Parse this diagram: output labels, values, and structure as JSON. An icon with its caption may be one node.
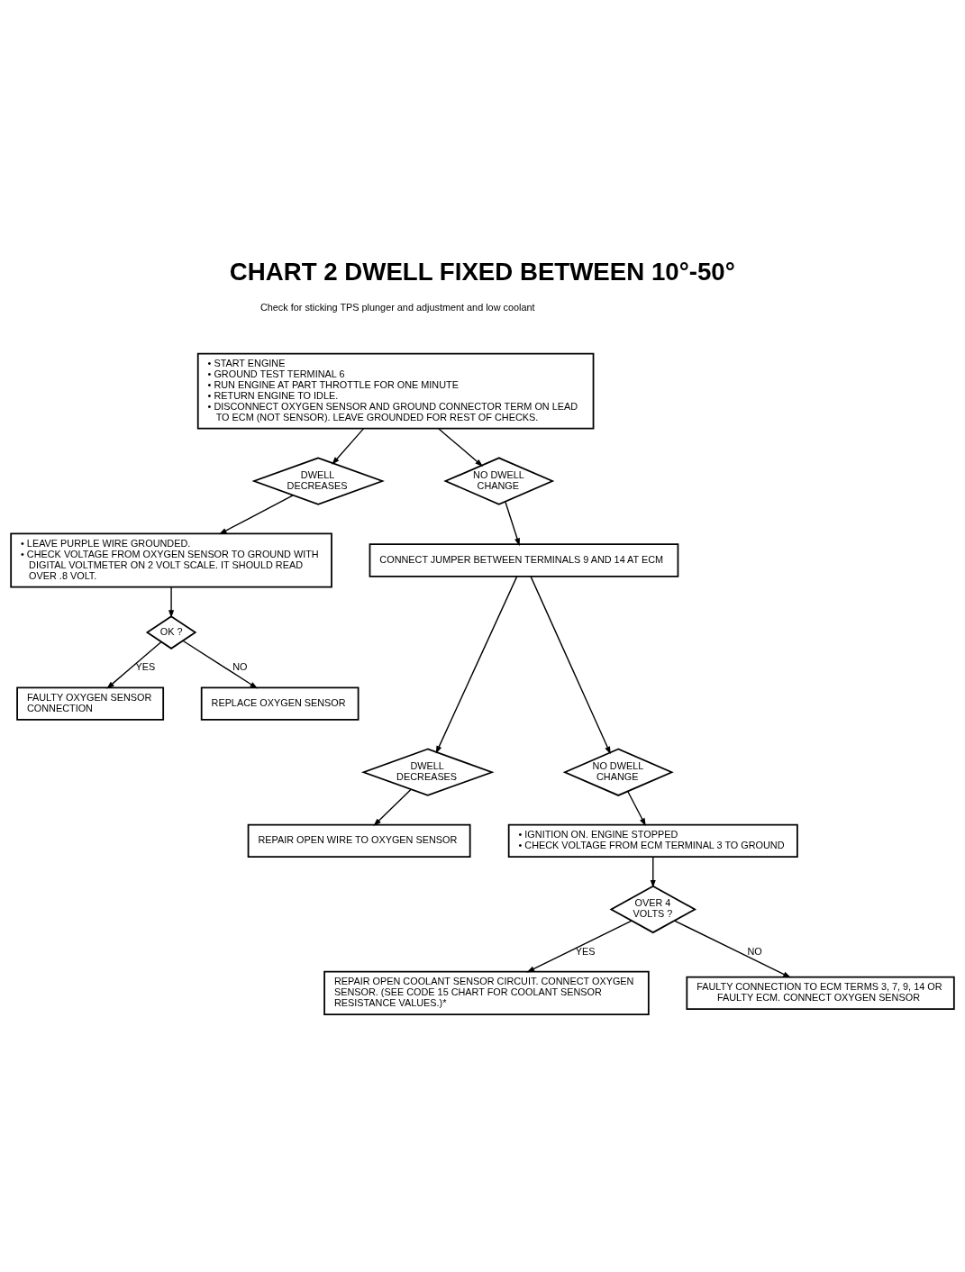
{
  "diagram": {
    "title": "CHART 2 DWELL FIXED BETWEEN 10°-50°",
    "nodes": [
      {
        "text": [
          "• START ENGINE",
          "• GROUND TEST TERMINAL 6",
          "• RUN ENGINE AT PART THROTTLE FOR ONE MINUTE",
          "• RETURN ENGINE TO IDLE.",
          "• DISCONNECT OXYGEN SENSOR AND GROUND CONNECTOR TERM ON LEAD TO ECM (NOT SENSOR). LEAVE GROUNDED FOR REST OF CHECKS."
        ]
      },
      {
        "text": [
          "DWELL DECREASES"
        ]
      },
      {
        "text": [
          "NO DWELL CHANGE"
        ]
      },
      {
        "text": [
          "• LEAVE PURPLE WIRE GROUNDED.",
          "• CHECK VOLTAGE FROM OXYGEN SENSOR TO GROUND WITH DIGITAL VOLTMETER ON 2 VOLT SCALE. IT SHOULD READ OVER .8 VOLT."
        ]
      },
      {
        "text": [
          "CONNECT JUMPER BETWEEN TERMINALS 9 AND 14 AT ECM"
        ]
      },
      {
        "text": [
          "OK ?"
        ]
      },
      {
        "text": [
          "FAULTY OXYGEN SENSOR CONNECTION"
        ]
      },
      {
        "text": [
          "REPLACE OXYGEN SENSOR"
        ]
      },
      {
        "text": [
          "DWELL DECREASES"
        ]
      },
      {
        "text": [
          "NO DWELL CHANGE"
        ]
      },
      {
        "text": [
          "REPAIR OPEN WIRE TO OXYGEN SENSOR"
        ]
      },
      {
        "text": [
          "• IGNITION ON. ENGINE STOPPED",
          "• CHECK VOLTAGE FROM ECM TERMINAL 3 TO GROUND"
        ]
      },
      {
        "text": [
          "OVER 4 VOLTS ?"
        ]
      },
      {
        "text": [
          "REPAIR OPEN COOLANT SENSOR CIRCUIT. CONNECT OXYGEN SENSOR. (SEE CODE 15 CHART FOR COOLANT SENSOR RESISTANCE VALUES.)*"
        ]
      },
      {
        "text": [
          "FAULTY CONNECTION TO ECM TERMS 3, 7, 9, 14 OR FAULTY ECM. CONNECT OXYGEN SENSOR"
        ]
      }
    ],
    "edges": [
      {
        "from": 0,
        "to": 1,
        "arrow": "to"
      },
      {
        "from": 0,
        "to": 2,
        "arrow": "to"
      },
      {
        "from": 1,
        "to": 3,
        "arrow": "to"
      },
      {
        "from": 2,
        "to": 4,
        "arrow": "to"
      },
      {
        "from": 3,
        "to": 5,
        "arrow": "to"
      },
      {
        "from": 5,
        "to": 6,
        "label": "YES",
        "arrow": "to"
      },
      {
        "from": 5,
        "to": 7,
        "label": "NO",
        "arrow": "to"
      },
      {
        "from": 4,
        "to": 8,
        "arrow": "to"
      },
      {
        "from": 4,
        "to": 9,
        "arrow": "to"
      },
      {
        "from": 8,
        "to": 10,
        "arrow": "to"
      },
      {
        "from": 9,
        "to": 11,
        "arrow": "to"
      },
      {
        "from": 11,
        "to": 12,
        "arrow": "to"
      },
      {
        "from": 12,
        "to": 13,
        "label": "YES",
        "arrow": "to"
      },
      {
        "from": 12,
        "to": 14,
        "label": "NO",
        "arrow": "to"
      }
    ],
    "labels": [
      "Check for sticking TPS plunger and adjustment and low coolant"
    ]
  }
}
